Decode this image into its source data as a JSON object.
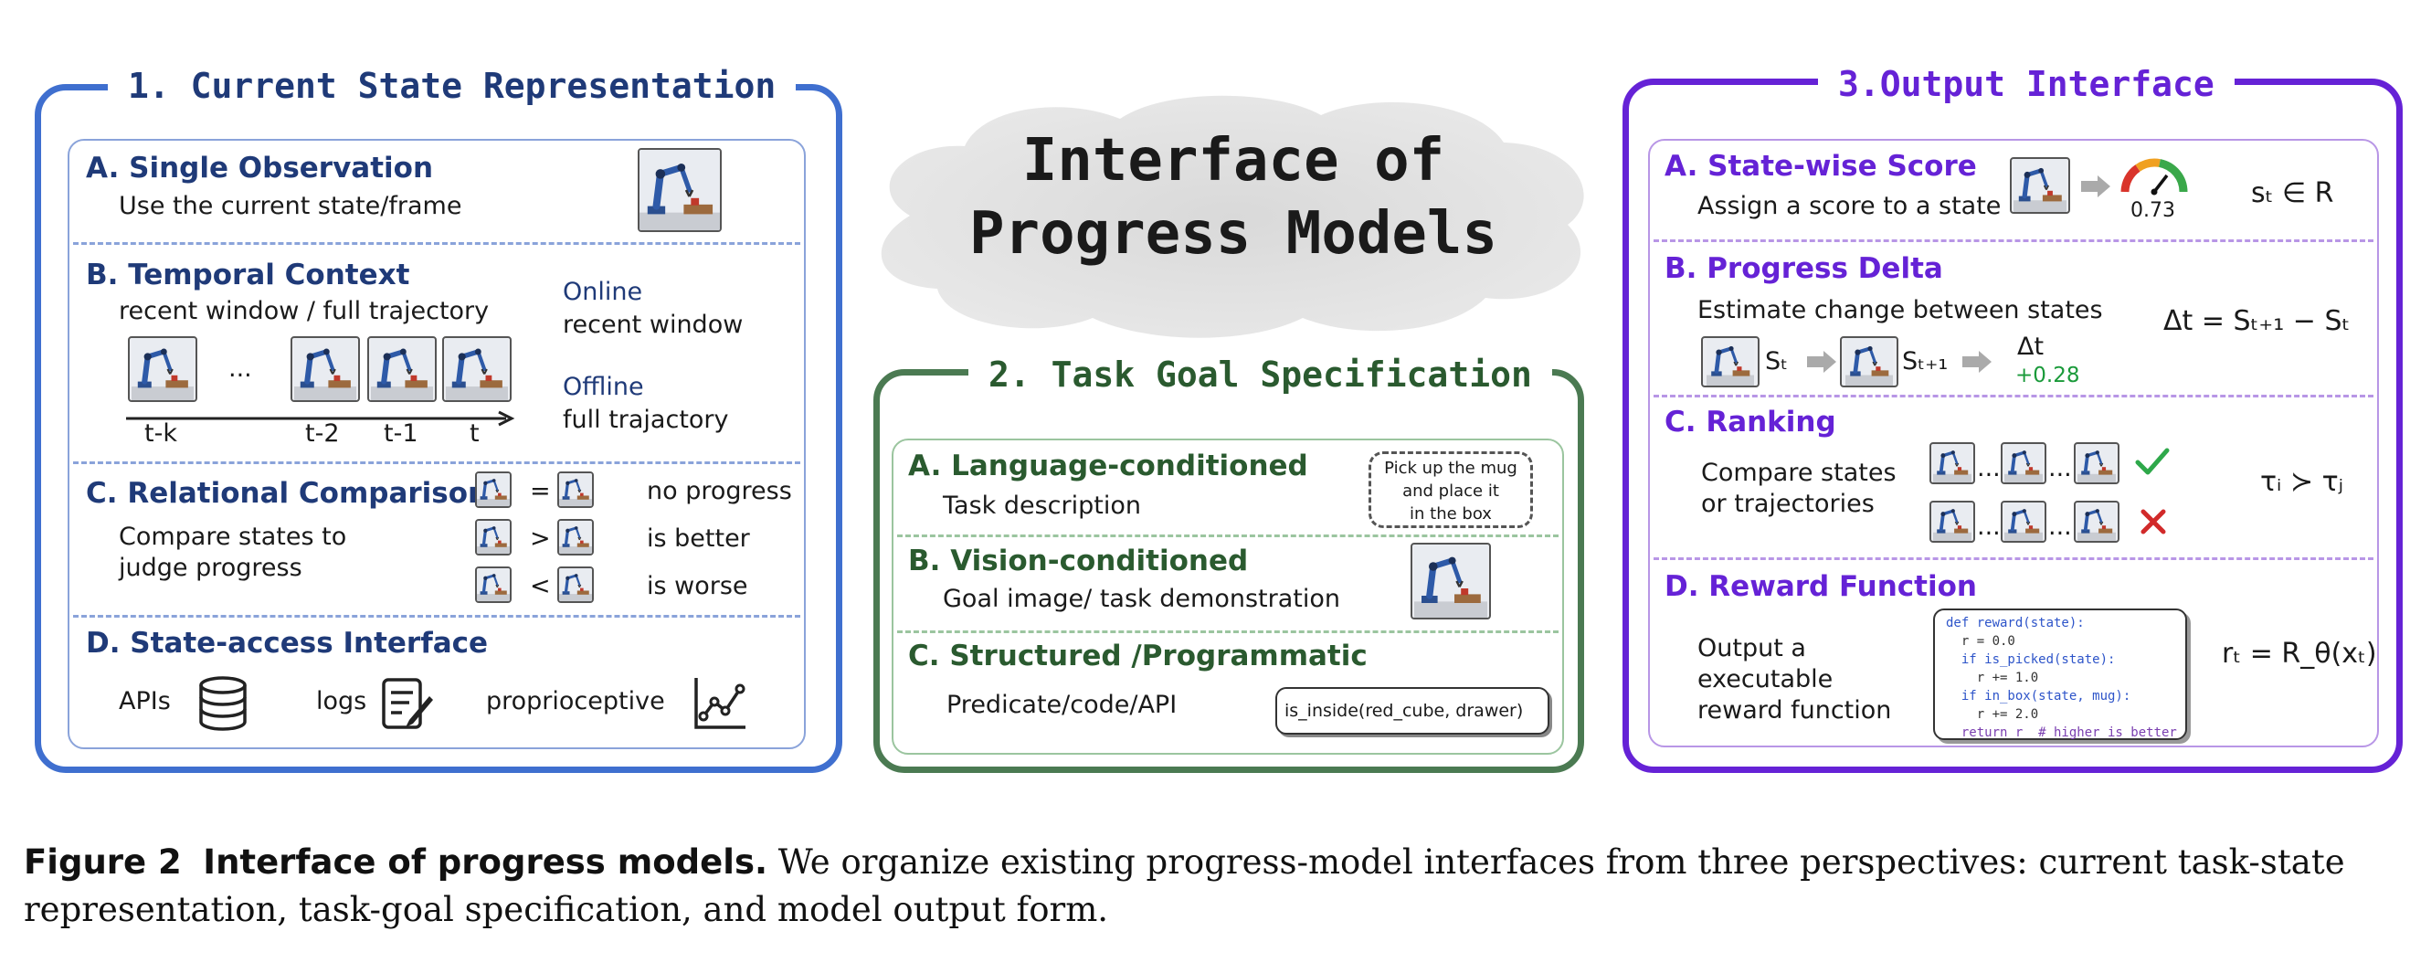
{
  "main_title": {
    "line1": "Interface of",
    "line2": "Progress Models"
  },
  "colors": {
    "blue": "#3f6fcf",
    "blue_dark": "#1f3a78",
    "green": "#4b7a52",
    "green_dark": "#2a5a2f",
    "purple": "#6522d6",
    "purple_soft": "#b896e6"
  },
  "panel1": {
    "title": "1. Current State Representation",
    "a": {
      "title": "A. Single Observation",
      "desc": "Use the current state/frame"
    },
    "b": {
      "title": "B. Temporal Context",
      "desc": "recent window / full trajectory",
      "ellipsis": "...",
      "ticks": [
        "t-k",
        "t-2",
        "t-1",
        "t"
      ],
      "online": "Online",
      "online_desc": "recent window",
      "offline": "Offline",
      "offline_desc": "full trajactory"
    },
    "c": {
      "title": "C. Relational Comparison",
      "desc1": "Compare states to",
      "desc2": "judge progress",
      "rows": [
        {
          "op": "=",
          "label": "no progress"
        },
        {
          "op": ">",
          "label": "is better"
        },
        {
          "op": "<",
          "label": "is worse"
        }
      ]
    },
    "d": {
      "title": "D. State-access Interface",
      "apis": "APIs",
      "logs": "logs",
      "proprio": "proprioceptive"
    }
  },
  "panel2": {
    "title": "2. Task Goal Specification",
    "a": {
      "title": "A. Language-conditioned",
      "desc": "Task description",
      "bubble": [
        "Pick up the mug",
        "and place it",
        "in the box"
      ]
    },
    "b": {
      "title": "B. Vision-conditioned",
      "desc": "Goal image/ task demonstration"
    },
    "c": {
      "title": "C. Structured /Programmatic",
      "desc": "Predicate/code/API",
      "code": "is_inside(red_cube, drawer)"
    }
  },
  "panel3": {
    "title": "3.Output Interface",
    "a": {
      "title": "A. State-wise Score",
      "desc": "Assign a score to a state",
      "gauge_value": "0.73",
      "formula": "sₜ ∈ R"
    },
    "b": {
      "title": "B. Progress Delta",
      "desc": "Estimate change between states",
      "formula": "Δt = Sₜ₊₁ − Sₜ",
      "s1": "Sₜ",
      "s2": "Sₜ₊₁",
      "delta": "Δt",
      "delta_val": "+0.28"
    },
    "c": {
      "title": "C. Ranking",
      "desc1": "Compare states",
      "desc2": "or trajectories",
      "dots": "...",
      "formula": "τᵢ ≻ τⱼ"
    },
    "d": {
      "title": "D. Reward Function",
      "desc1": "Output a",
      "desc2": "executable",
      "desc3": "reward function",
      "formula": "rₜ = R_θ(xₜ)",
      "code": [
        "def reward(state):",
        "  r = 0.0",
        "  if is_picked(state):",
        "    r += 1.0",
        "  if in_box(state, mug):",
        "    r += 2.0",
        "  return r  # higher is better"
      ]
    }
  },
  "caption": {
    "label": "Figure 2",
    "bold": "Interface of progress models.",
    "text": "We organize existing progress-model interfaces from three perspectives: current task-state representation, task-goal specification, and model output form."
  }
}
